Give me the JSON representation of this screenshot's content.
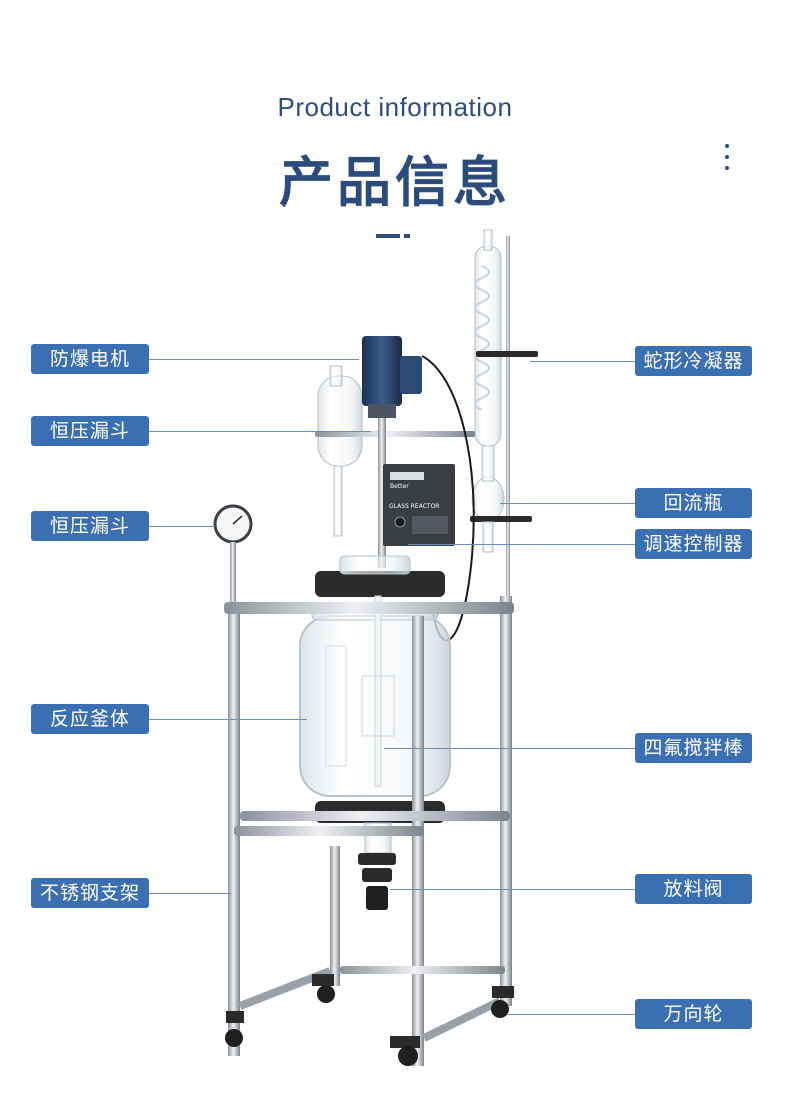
{
  "header": {
    "subtitle_en": "Product information",
    "title_cn": "产品信息"
  },
  "colors": {
    "title": "#2b4b7c",
    "label_bg": "#3b6fb4",
    "label_text": "#ffffff",
    "leader_line": "#6f8db8"
  },
  "device_panel": {
    "brand": "Better",
    "model": "GLASS REACTOR"
  },
  "callouts": {
    "left": [
      {
        "label": "防爆电机"
      },
      {
        "label": "恒压漏斗"
      },
      {
        "label": "恒压漏斗"
      },
      {
        "label": "反应釜体"
      },
      {
        "label": "不锈钢支架"
      }
    ],
    "right": [
      {
        "label": "蛇形冷凝器"
      },
      {
        "label": "回流瓶"
      },
      {
        "label": "调速控制器"
      },
      {
        "label": "四氟搅拌棒"
      },
      {
        "label": "放料阀"
      },
      {
        "label": "万向轮"
      }
    ]
  }
}
